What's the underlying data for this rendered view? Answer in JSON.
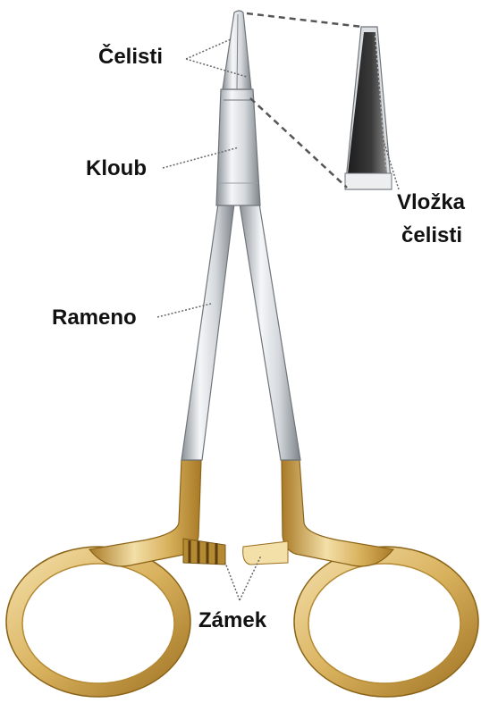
{
  "labels": {
    "jaws": "Čelisti",
    "joint": "Kloub",
    "jaw_insert_line1": "Vložka",
    "jaw_insert_line2": "čelisti",
    "arm": "Rameno",
    "lock": "Zámek"
  },
  "colors": {
    "steel_light": "#eef0f2",
    "steel_mid": "#b9bdc2",
    "steel_dark": "#7d8389",
    "gold_light": "#f3dfa8",
    "gold_mid": "#d9b25e",
    "gold_dark": "#a97a26",
    "insert_dark": "#2a2a2a",
    "leader_line": "#666666"
  }
}
